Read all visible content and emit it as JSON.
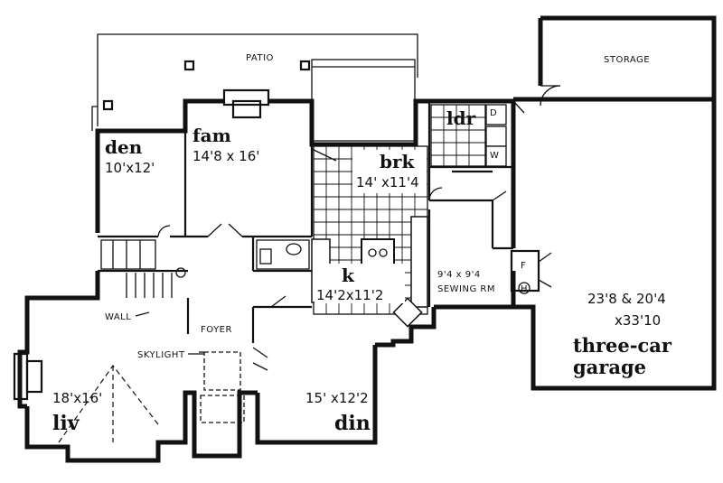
{
  "plan": {
    "patio": "PATIO",
    "storage": "STORAGE",
    "fam": {
      "name": "fam",
      "size": "14'8 x 16'"
    },
    "den": {
      "name": "den",
      "size": "10'x12'"
    },
    "ldr": {
      "name": "ldr"
    },
    "brk": {
      "name": "brk",
      "size": "14' x11'4"
    },
    "k": {
      "name": "k",
      "size": "14'2x11'2"
    },
    "sewing": {
      "size": "9'4 x 9'4",
      "name": "SEWING RM"
    },
    "wall": "WALL",
    "foyer": "FOYER",
    "skylight": "SKYLIGHT",
    "liv": {
      "name": "liv",
      "size": "18'x16'"
    },
    "din": {
      "name": "din",
      "size": "15' x12'2"
    },
    "garage": {
      "size1": "23'8 & 20'4",
      "size2": "x33'10",
      "name1": "three-car",
      "name2": "garage"
    },
    "symbols": {
      "dryer": "D",
      "washer": "W",
      "furnace": "F",
      "heater": "H"
    }
  }
}
